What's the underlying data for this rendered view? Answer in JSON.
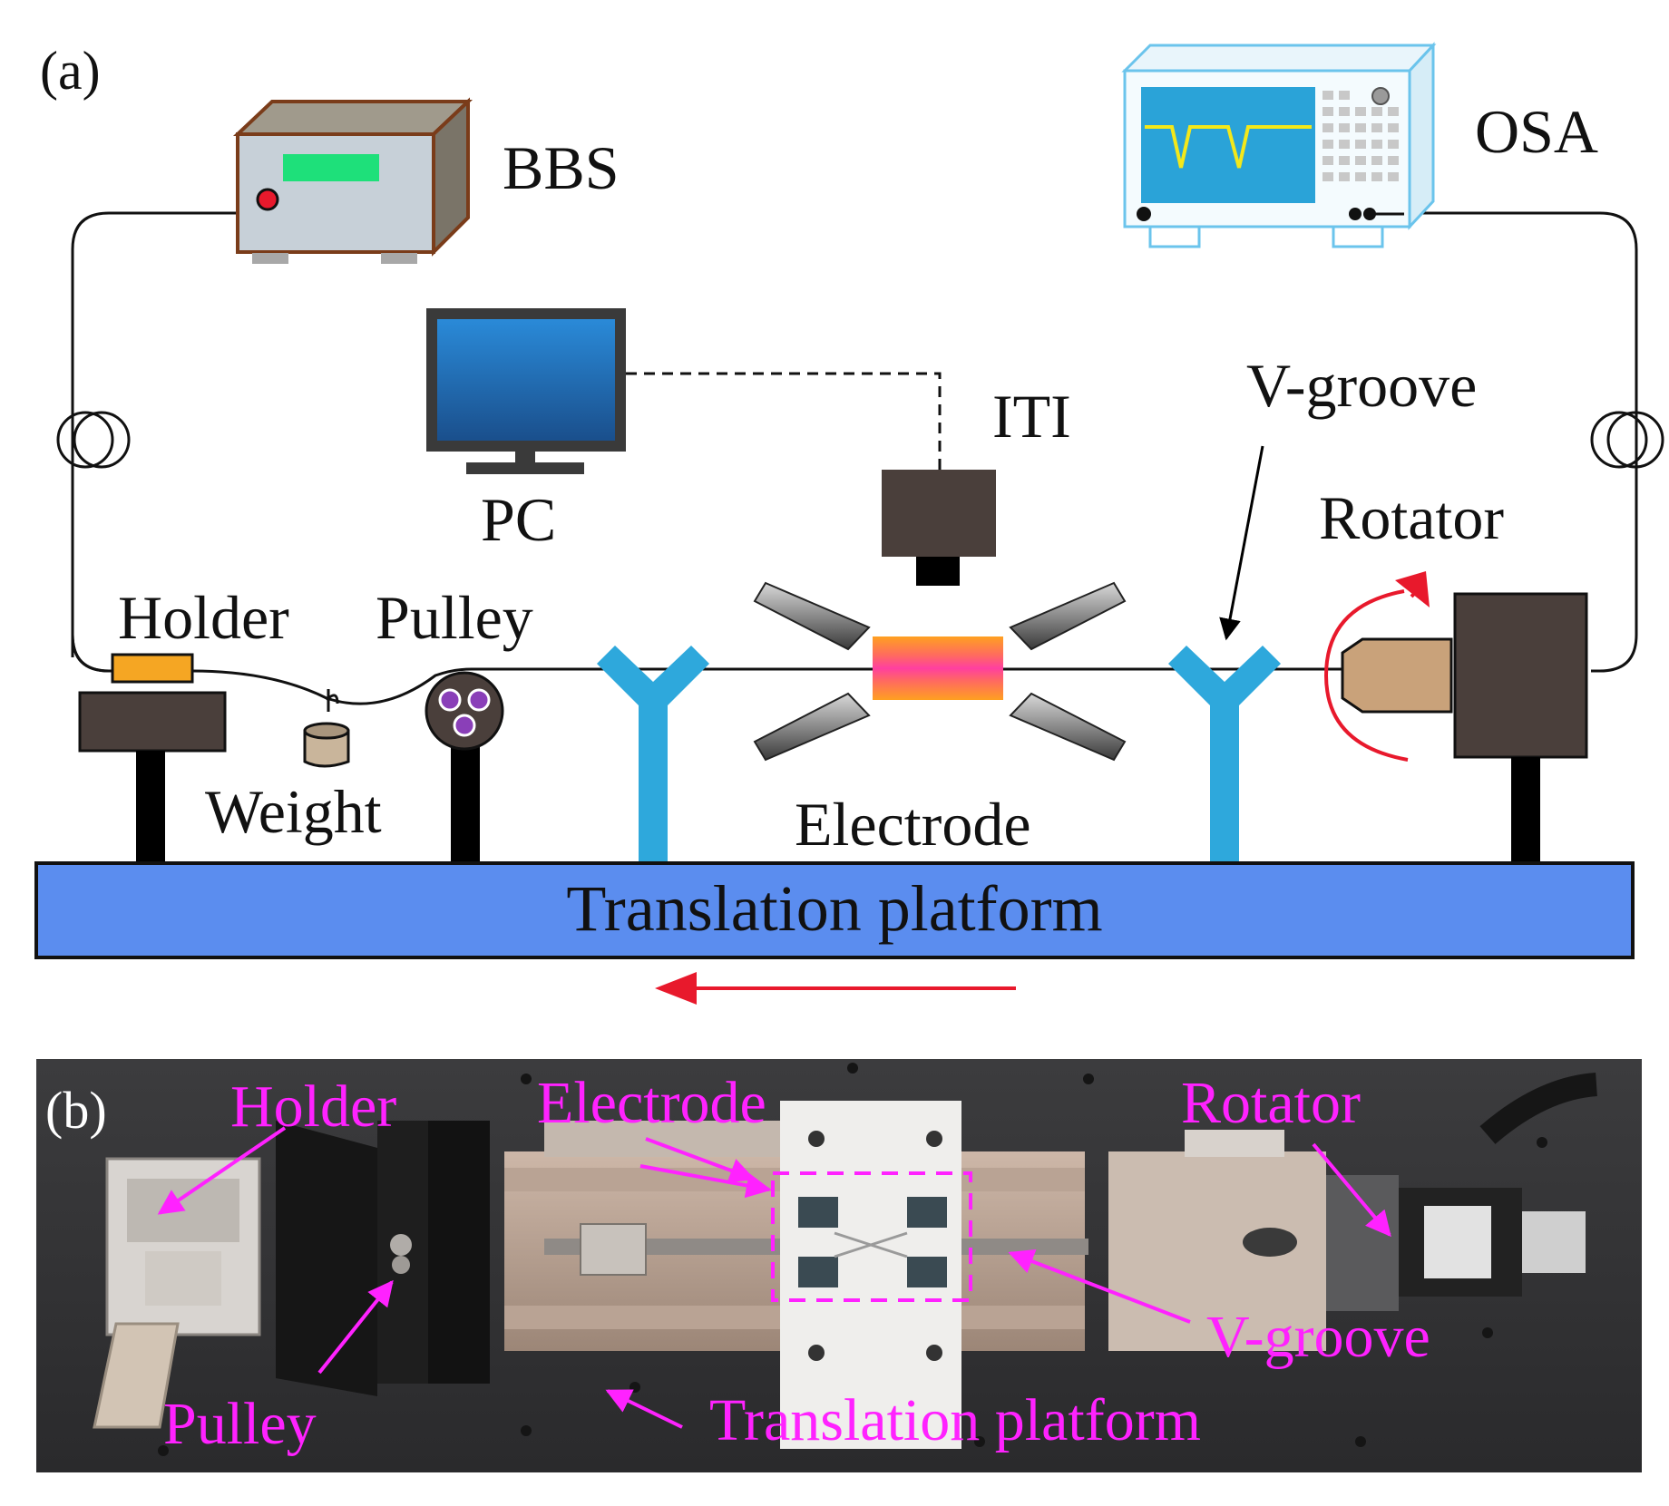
{
  "panel_a": {
    "tag": "(a)",
    "labels": {
      "bbs": "BBS",
      "osa": "OSA",
      "pc": "PC",
      "iti": "ITI",
      "vgroove": "V-groove",
      "rotator": "Rotator",
      "holder": "Holder",
      "pulley": "Pulley",
      "weight": "Weight",
      "electrode": "Electrode",
      "platform": "Translation platform"
    }
  },
  "panel_b": {
    "tag": "(b)",
    "labels": {
      "holder": "Holder",
      "electrode": "Electrode",
      "rotator": "Rotator",
      "pulley": "Pulley",
      "vgroove": "V-groove",
      "platform": "Translation platform"
    }
  },
  "colors": {
    "platform": "#5b8def",
    "vgroove": "#2ea8dc",
    "arrow": "#e8192c",
    "photo_label": "#ff22ff",
    "device_dark": "#4a3f3b",
    "heater_orange": "#ffa020",
    "heater_pink": "#ff3fa0"
  }
}
